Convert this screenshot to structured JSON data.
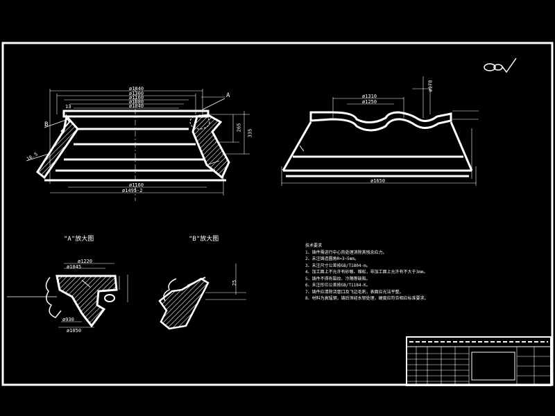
{
  "labels": {
    "view_a": "A",
    "view_b": "B",
    "detail_a_title": "\"A\"放大图",
    "detail_b_title": "\"B\"放大图"
  },
  "dims": {
    "d1440": "ø1440",
    "d1300": "ø1300",
    "d1160": "ø1160",
    "d1080": "ø1080",
    "d1040": "ø1040",
    "d1160b": "ø1160",
    "d1495": "ø1495-2",
    "d1220": "ø1220",
    "d1045": "ø1045",
    "d930": "ø930",
    "d1050": "ø1050",
    "r1": "16.5",
    "r2": "13",
    "d1310": "ø1310",
    "d1250": "ø1250",
    "d1650": "ø1650",
    "d178": "ø178",
    "h265": "265",
    "h335": "335",
    "h25": "25"
  },
  "notes": {
    "heading": "技术要求",
    "items": [
      "1、铸件需进行中心热处理消除其残余应力。",
      "2、未注铸造圆角R=3~5mm。",
      "3、未注尺寸公差按GB/T1804-m。",
      "4、加工面上不允许有砂眼、缩松，非加工面上允许有不大于3mm。",
      "5、铸件不得有裂纹、冷隔等缺陷。",
      "6、未注形位公差按GB/T1184-K。",
      "7、铸件应清除浇冒口及飞边毛刺，表面应光洁平整。",
      "8、材料为高锰钢，铸后须经水韧处理，硬度应符合相应标准要求。"
    ]
  },
  "colors": {
    "background": "#000000",
    "line": "#ffffff"
  }
}
